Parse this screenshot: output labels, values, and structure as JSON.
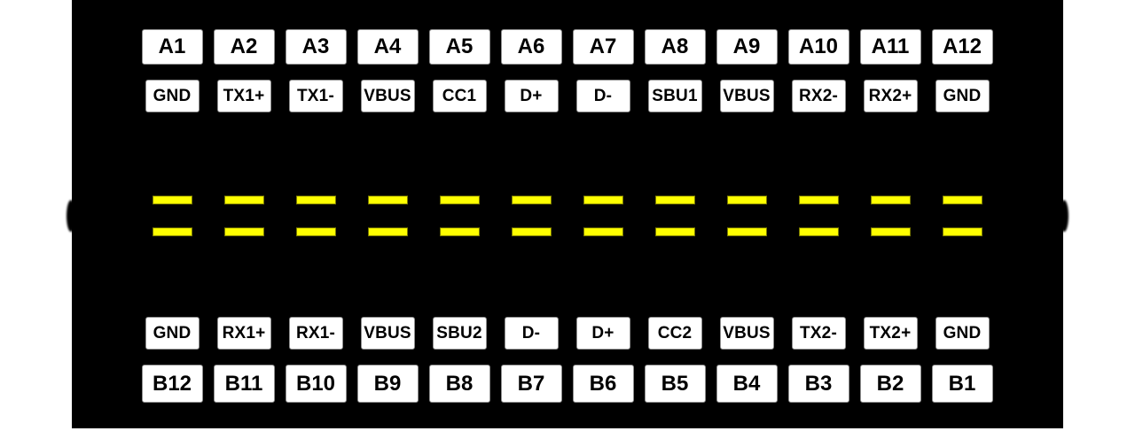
{
  "colors": {
    "page_background": "#ffffff",
    "connector_body": "#000000",
    "contact_fill": "#ffff00",
    "contact_border": "#7a7a00",
    "label_background": "#ffffff",
    "label_border": "#909090",
    "label_text": "#000000"
  },
  "pinout": {
    "columns": [
      {
        "a_pin": "A1",
        "a_signal": "GND",
        "b_signal": "GND",
        "b_pin": "B12"
      },
      {
        "a_pin": "A2",
        "a_signal": "TX1+",
        "b_signal": "RX1+",
        "b_pin": "B11"
      },
      {
        "a_pin": "A3",
        "a_signal": "TX1-",
        "b_signal": "RX1-",
        "b_pin": "B10"
      },
      {
        "a_pin": "A4",
        "a_signal": "VBUS",
        "b_signal": "VBUS",
        "b_pin": "B9"
      },
      {
        "a_pin": "A5",
        "a_signal": "CC1",
        "b_signal": "SBU2",
        "b_pin": "B8"
      },
      {
        "a_pin": "A6",
        "a_signal": "D+",
        "b_signal": "D-",
        "b_pin": "B7"
      },
      {
        "a_pin": "A7",
        "a_signal": "D-",
        "b_signal": "D+",
        "b_pin": "B6"
      },
      {
        "a_pin": "A8",
        "a_signal": "SBU1",
        "b_signal": "CC2",
        "b_pin": "B5"
      },
      {
        "a_pin": "A9",
        "a_signal": "VBUS",
        "b_signal": "VBUS",
        "b_pin": "B4"
      },
      {
        "a_pin": "A10",
        "a_signal": "RX2-",
        "b_signal": "TX2-",
        "b_pin": "B3"
      },
      {
        "a_pin": "A11",
        "a_signal": "RX2+",
        "b_signal": "TX2+",
        "b_pin": "B2"
      },
      {
        "a_pin": "A12",
        "a_signal": "GND",
        "b_signal": "GND",
        "b_pin": "B1"
      }
    ]
  }
}
